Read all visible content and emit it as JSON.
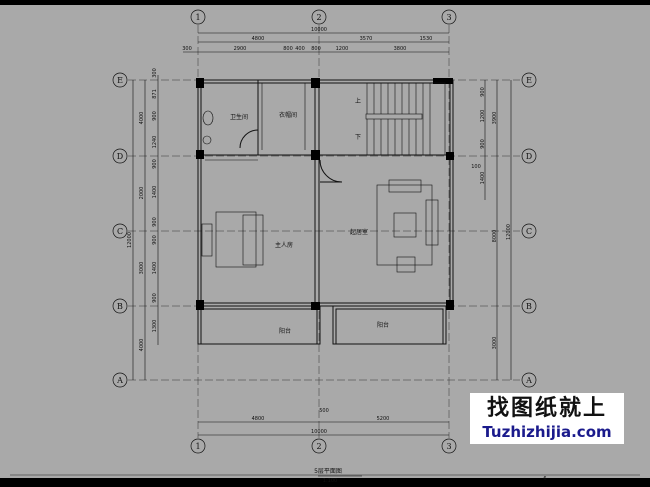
{
  "drawing": {
    "title": "5层平面图",
    "scale": "1:100",
    "axes_columns": [
      "1",
      "2",
      "3"
    ],
    "axes_rows": [
      "E",
      "D",
      "C",
      "B",
      "A"
    ],
    "rooms": {
      "bathroom": "卫生间",
      "closet": "衣帽间",
      "stair_up": "上",
      "stair_down": "下",
      "master_bedroom": "主人房",
      "living_room": "起居室",
      "balcony_left": "阳台",
      "balcony_right": "阳台"
    },
    "dims_top": {
      "total": "10000",
      "row2": [
        "4800",
        "3570",
        "1530"
      ],
      "row3": [
        "300",
        "2900",
        "800",
        "400",
        "800",
        "1200",
        "3800"
      ]
    },
    "dims_bottom": {
      "offset": "500",
      "row2": [
        "4800",
        "5200"
      ],
      "total": "10000"
    },
    "dims_left": {
      "total": "12000",
      "row2": [
        "4000",
        "2000",
        "3000",
        "4000"
      ],
      "row3": [
        "300",
        "871",
        "900",
        "1240",
        "900",
        "1400",
        "900",
        "900",
        "1400",
        "900",
        "1300"
      ]
    },
    "dims_right": {
      "row1": [
        "900",
        "1200",
        "900",
        "100",
        "1400"
      ],
      "row2": [
        "3900",
        "8000",
        "3000"
      ],
      "total": "12000"
    },
    "corner_mark": "6"
  },
  "watermark": {
    "cn": "找图纸就上",
    "en": "Tuzhizhijia.com",
    "en_color": "#1a1a8c"
  }
}
